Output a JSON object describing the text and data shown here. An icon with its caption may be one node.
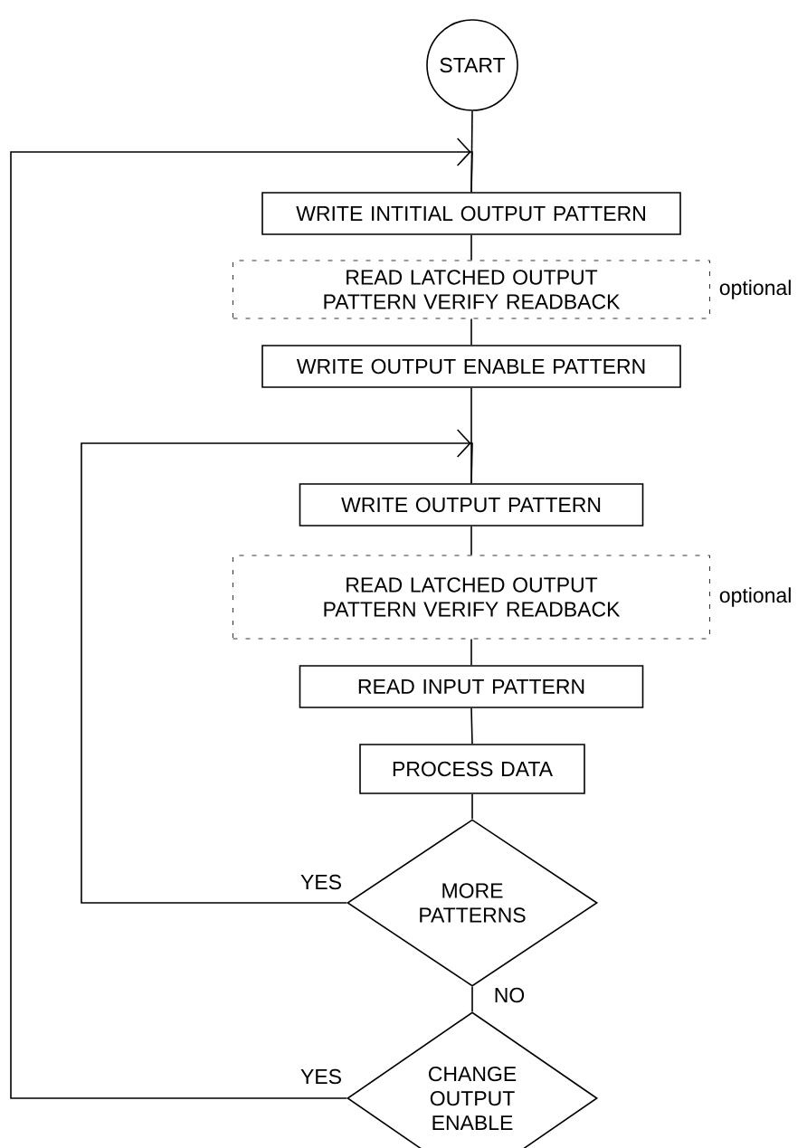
{
  "diagram": {
    "nodes": [
      {
        "text": [
          "START"
        ]
      },
      {
        "text": [
          "WRITE INTITIAL OUTPUT PATTERN"
        ]
      },
      {
        "text": [
          "READ LATCHED OUTPUT PATTERN VERIFY READBACK"
        ],
        "beside": [
          "optional"
        ]
      },
      {
        "text": [
          "WRITE OUTPUT ENABLE PATTERN"
        ]
      },
      {
        "text": [
          "WRITE OUTPUT PATTERN"
        ]
      },
      {
        "text": [
          "READ LATCHED OUTPUT PATTERN VERIFY READBACK"
        ],
        "beside": [
          "optional"
        ]
      },
      {
        "text": [
          "READ INPUT PATTERN"
        ]
      },
      {
        "text": [
          "PROCESS DATA"
        ]
      },
      {
        "text": [
          "MORE PATTERNS"
        ]
      },
      {
        "text": [
          "CHANGE OUTPUT ENABLE"
        ]
      }
    ],
    "edges": [
      {
        "from": 0,
        "to": 1,
        "arrow": "none"
      },
      {
        "from": 9,
        "to": 1,
        "arrow": "to",
        "label": "YES"
      },
      {
        "from": 1,
        "to": 2,
        "arrow": "none"
      },
      {
        "from": 2,
        "to": 3,
        "arrow": "none"
      },
      {
        "from": 3,
        "to": 4,
        "arrow": "none"
      },
      {
        "from": 8,
        "to": 4,
        "arrow": "to",
        "label": "YES"
      },
      {
        "from": 4,
        "to": 5,
        "arrow": "none"
      },
      {
        "from": 5,
        "to": 6,
        "arrow": "none"
      },
      {
        "from": 6,
        "to": 7,
        "arrow": "none"
      },
      {
        "from": 7,
        "to": 8,
        "arrow": "none"
      },
      {
        "from": 8,
        "to": 9,
        "arrow": "none",
        "label": "NO"
      }
    ]
  }
}
